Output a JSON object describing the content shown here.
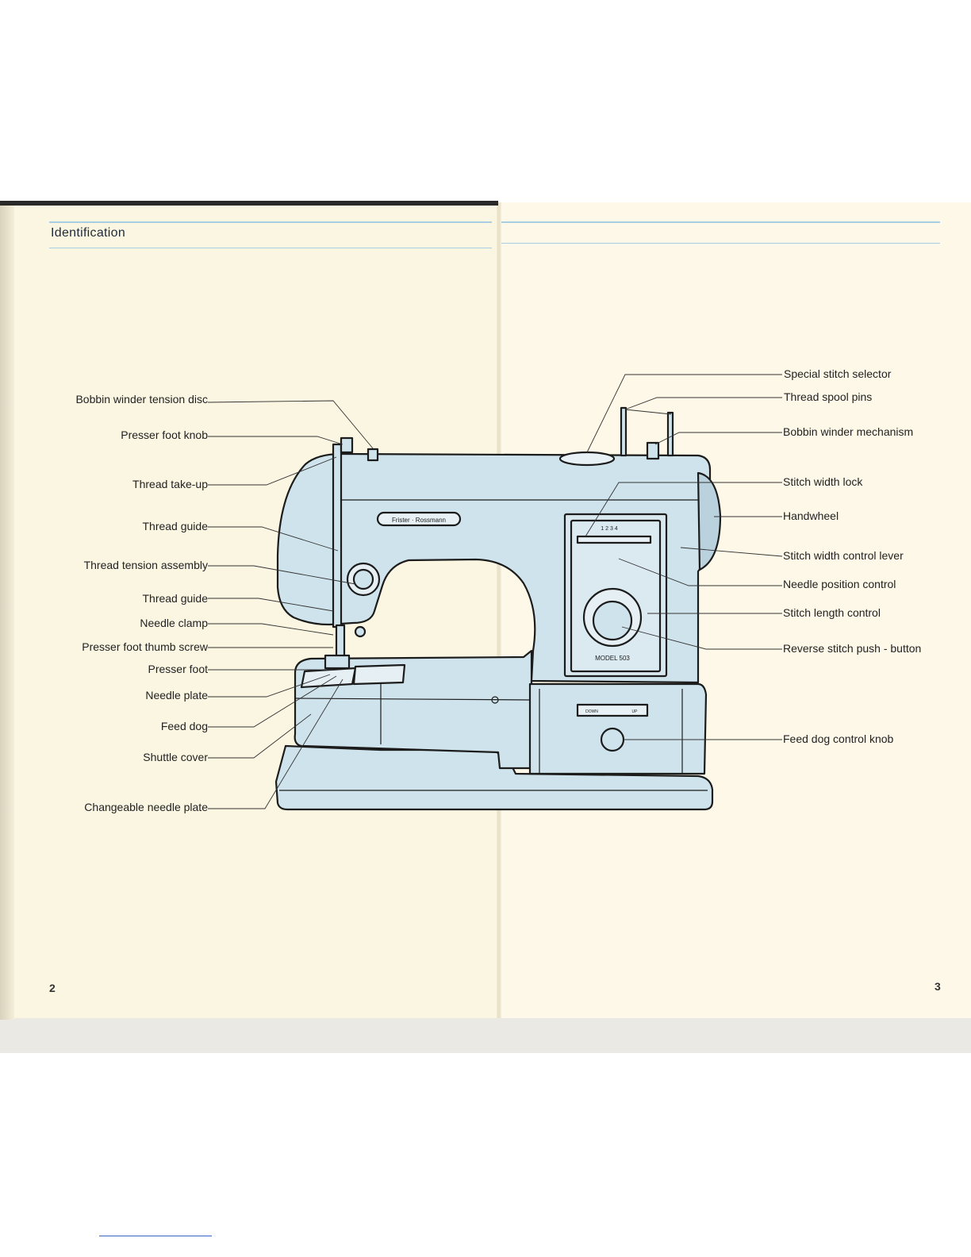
{
  "section_title": "Identification",
  "page_numbers": {
    "left": "2",
    "right": "3"
  },
  "machine": {
    "brand_plate": "Frister · Rossmann",
    "model_badge": "MODEL 503",
    "width_scale": "1 2 3 4",
    "feed_dog_switch": {
      "left": "DOWN",
      "right": "UP"
    }
  },
  "labels_left": [
    "Bobbin winder tension disc",
    "Presser foot knob",
    "Thread take-up",
    "Thread guide",
    "Thread tension assembly",
    "Thread guide",
    "Needle clamp",
    "Presser foot thumb screw",
    "Presser foot",
    "Needle plate",
    "Feed dog",
    "Shuttle cover",
    "Changeable needle plate"
  ],
  "labels_right": [
    "Special stitch selector",
    "Thread spool pins",
    "Bobbin winder mechanism",
    "Stitch width lock",
    "Handwheel",
    "Stitch width control lever",
    "Needle position control",
    "Stitch length control",
    "Reverse stitch push - button",
    "Feed dog control knob"
  ],
  "colors": {
    "machine_fill": "#cfe3ec",
    "page": "#fbf6e2",
    "rule": "#a9cde3",
    "ink": "#222222"
  }
}
